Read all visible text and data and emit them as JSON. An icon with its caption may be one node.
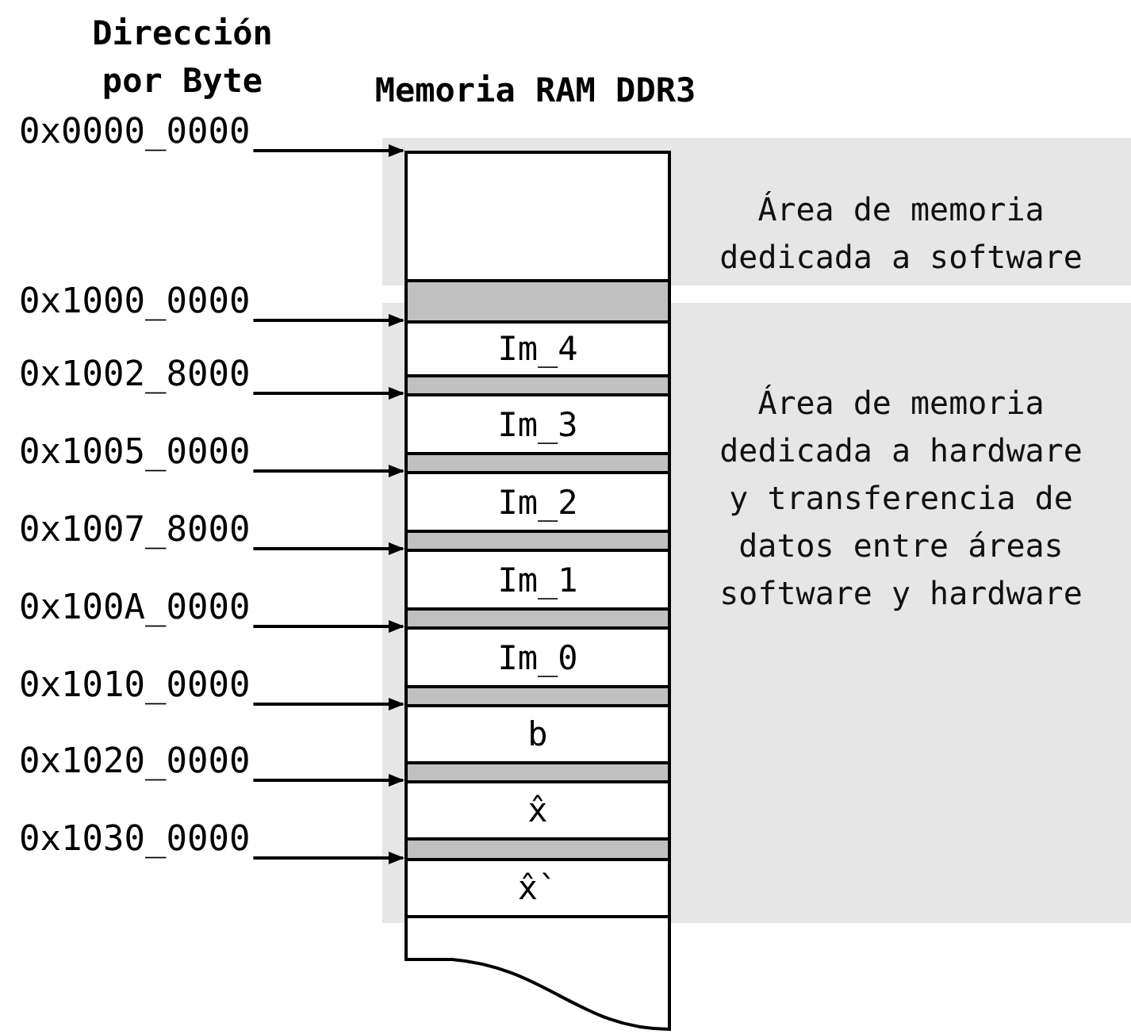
{
  "diagram": {
    "nodes": [
      {
        "text": [
          "Área de memoria dedicada a software"
        ]
      },
      {
        "text": [
          "Área de memoria dedicada a hardware y transferencia de datos entre áreas software y hardware"
        ]
      },
      {
        "text": [
          "Memoria RAM DDR3"
        ]
      },
      {
        "text": [],
        "shape": "box",
        "in": 2
      },
      {
        "text": [],
        "shape": "bar",
        "in": 2
      },
      {
        "text": [
          "Im_4"
        ],
        "in": 2
      },
      {
        "text": [],
        "shape": "bar",
        "in": 2
      },
      {
        "text": [
          "Im_3"
        ],
        "in": 2
      },
      {
        "text": [],
        "shape": "bar",
        "in": 2
      },
      {
        "text": [
          "Im_2"
        ],
        "in": 2
      },
      {
        "text": [],
        "shape": "bar",
        "in": 2
      },
      {
        "text": [
          "Im_1"
        ],
        "in": 2
      },
      {
        "text": [],
        "shape": "bar",
        "in": 2
      },
      {
        "text": [
          "Im_0"
        ],
        "in": 2
      },
      {
        "text": [],
        "shape": "bar",
        "in": 2
      },
      {
        "text": [
          "b"
        ],
        "in": 2
      },
      {
        "text": [],
        "shape": "bar",
        "in": 2
      },
      {
        "text": [
          "x̂"
        ],
        "in": 2
      },
      {
        "text": [],
        "shape": "bar",
        "in": 2
      },
      {
        "text": [
          "x̂`"
        ],
        "in": 2
      },
      {
        "text": [],
        "shape": "box",
        "in": 2
      },
      {
        "text": [
          "0x0000_0000"
        ]
      },
      {
        "text": [
          "0x1000_0000"
        ]
      },
      {
        "text": [
          "0x1002_8000"
        ]
      },
      {
        "text": [
          "0x1005_0000"
        ]
      },
      {
        "text": [
          "0x1007_8000"
        ]
      },
      {
        "text": [
          "0x100A_0000"
        ]
      },
      {
        "text": [
          "0x1010_0000"
        ]
      },
      {
        "text": [
          "0x1020_0000"
        ]
      },
      {
        "text": [
          "0x1030_0000"
        ]
      }
    ],
    "edges": [
      {
        "from": 21,
        "to": 3,
        "arrow": "to"
      },
      {
        "from": 22,
        "to": 5,
        "arrow": "to"
      },
      {
        "from": 23,
        "to": 7,
        "arrow": "to"
      },
      {
        "from": 24,
        "to": 9,
        "arrow": "to"
      },
      {
        "from": 25,
        "to": 11,
        "arrow": "to"
      },
      {
        "from": 26,
        "to": 13,
        "arrow": "to"
      },
      {
        "from": 27,
        "to": 15,
        "arrow": "to"
      },
      {
        "from": 28,
        "to": 17,
        "arrow": "to"
      },
      {
        "from": 29,
        "to": 19,
        "arrow": "to"
      }
    ],
    "labels": [
      "Dirección por Byte"
    ]
  }
}
